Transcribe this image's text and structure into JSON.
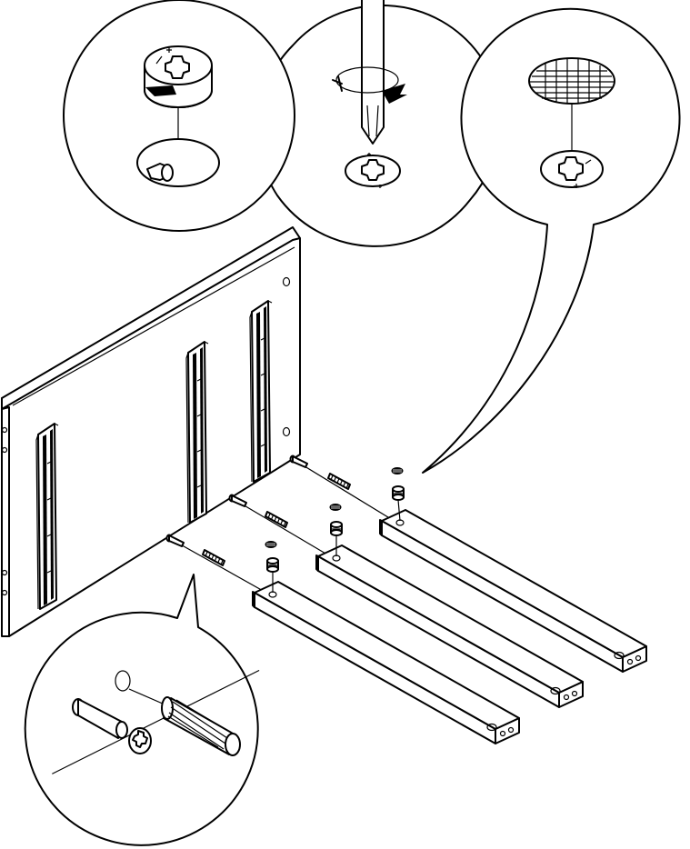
{
  "diagram": {
    "kind": "furniture-assembly-instruction",
    "colors": {
      "line": "#000000",
      "background": "#ffffff",
      "shade": "#bdbdbd"
    },
    "detail_callouts": [
      {
        "id": "cam-lock-insert",
        "icon": "cam-lock-icon"
      },
      {
        "id": "screwdriver-tighten",
        "icon": "screwdriver-icon"
      },
      {
        "id": "cover-cap",
        "icon": "cover-cap-icon"
      },
      {
        "id": "cam-bolt-and-dowel",
        "icon": "cam-bolt-icon"
      }
    ],
    "parts": {
      "panel": {
        "drawer_runners": 3,
        "edge_holes": 4
      },
      "rails": 3,
      "cam_bolts_per_rail": 1,
      "dowels_per_rail": 1,
      "cam_locks_per_rail": 1,
      "cover_caps_per_rail": 1
    }
  }
}
